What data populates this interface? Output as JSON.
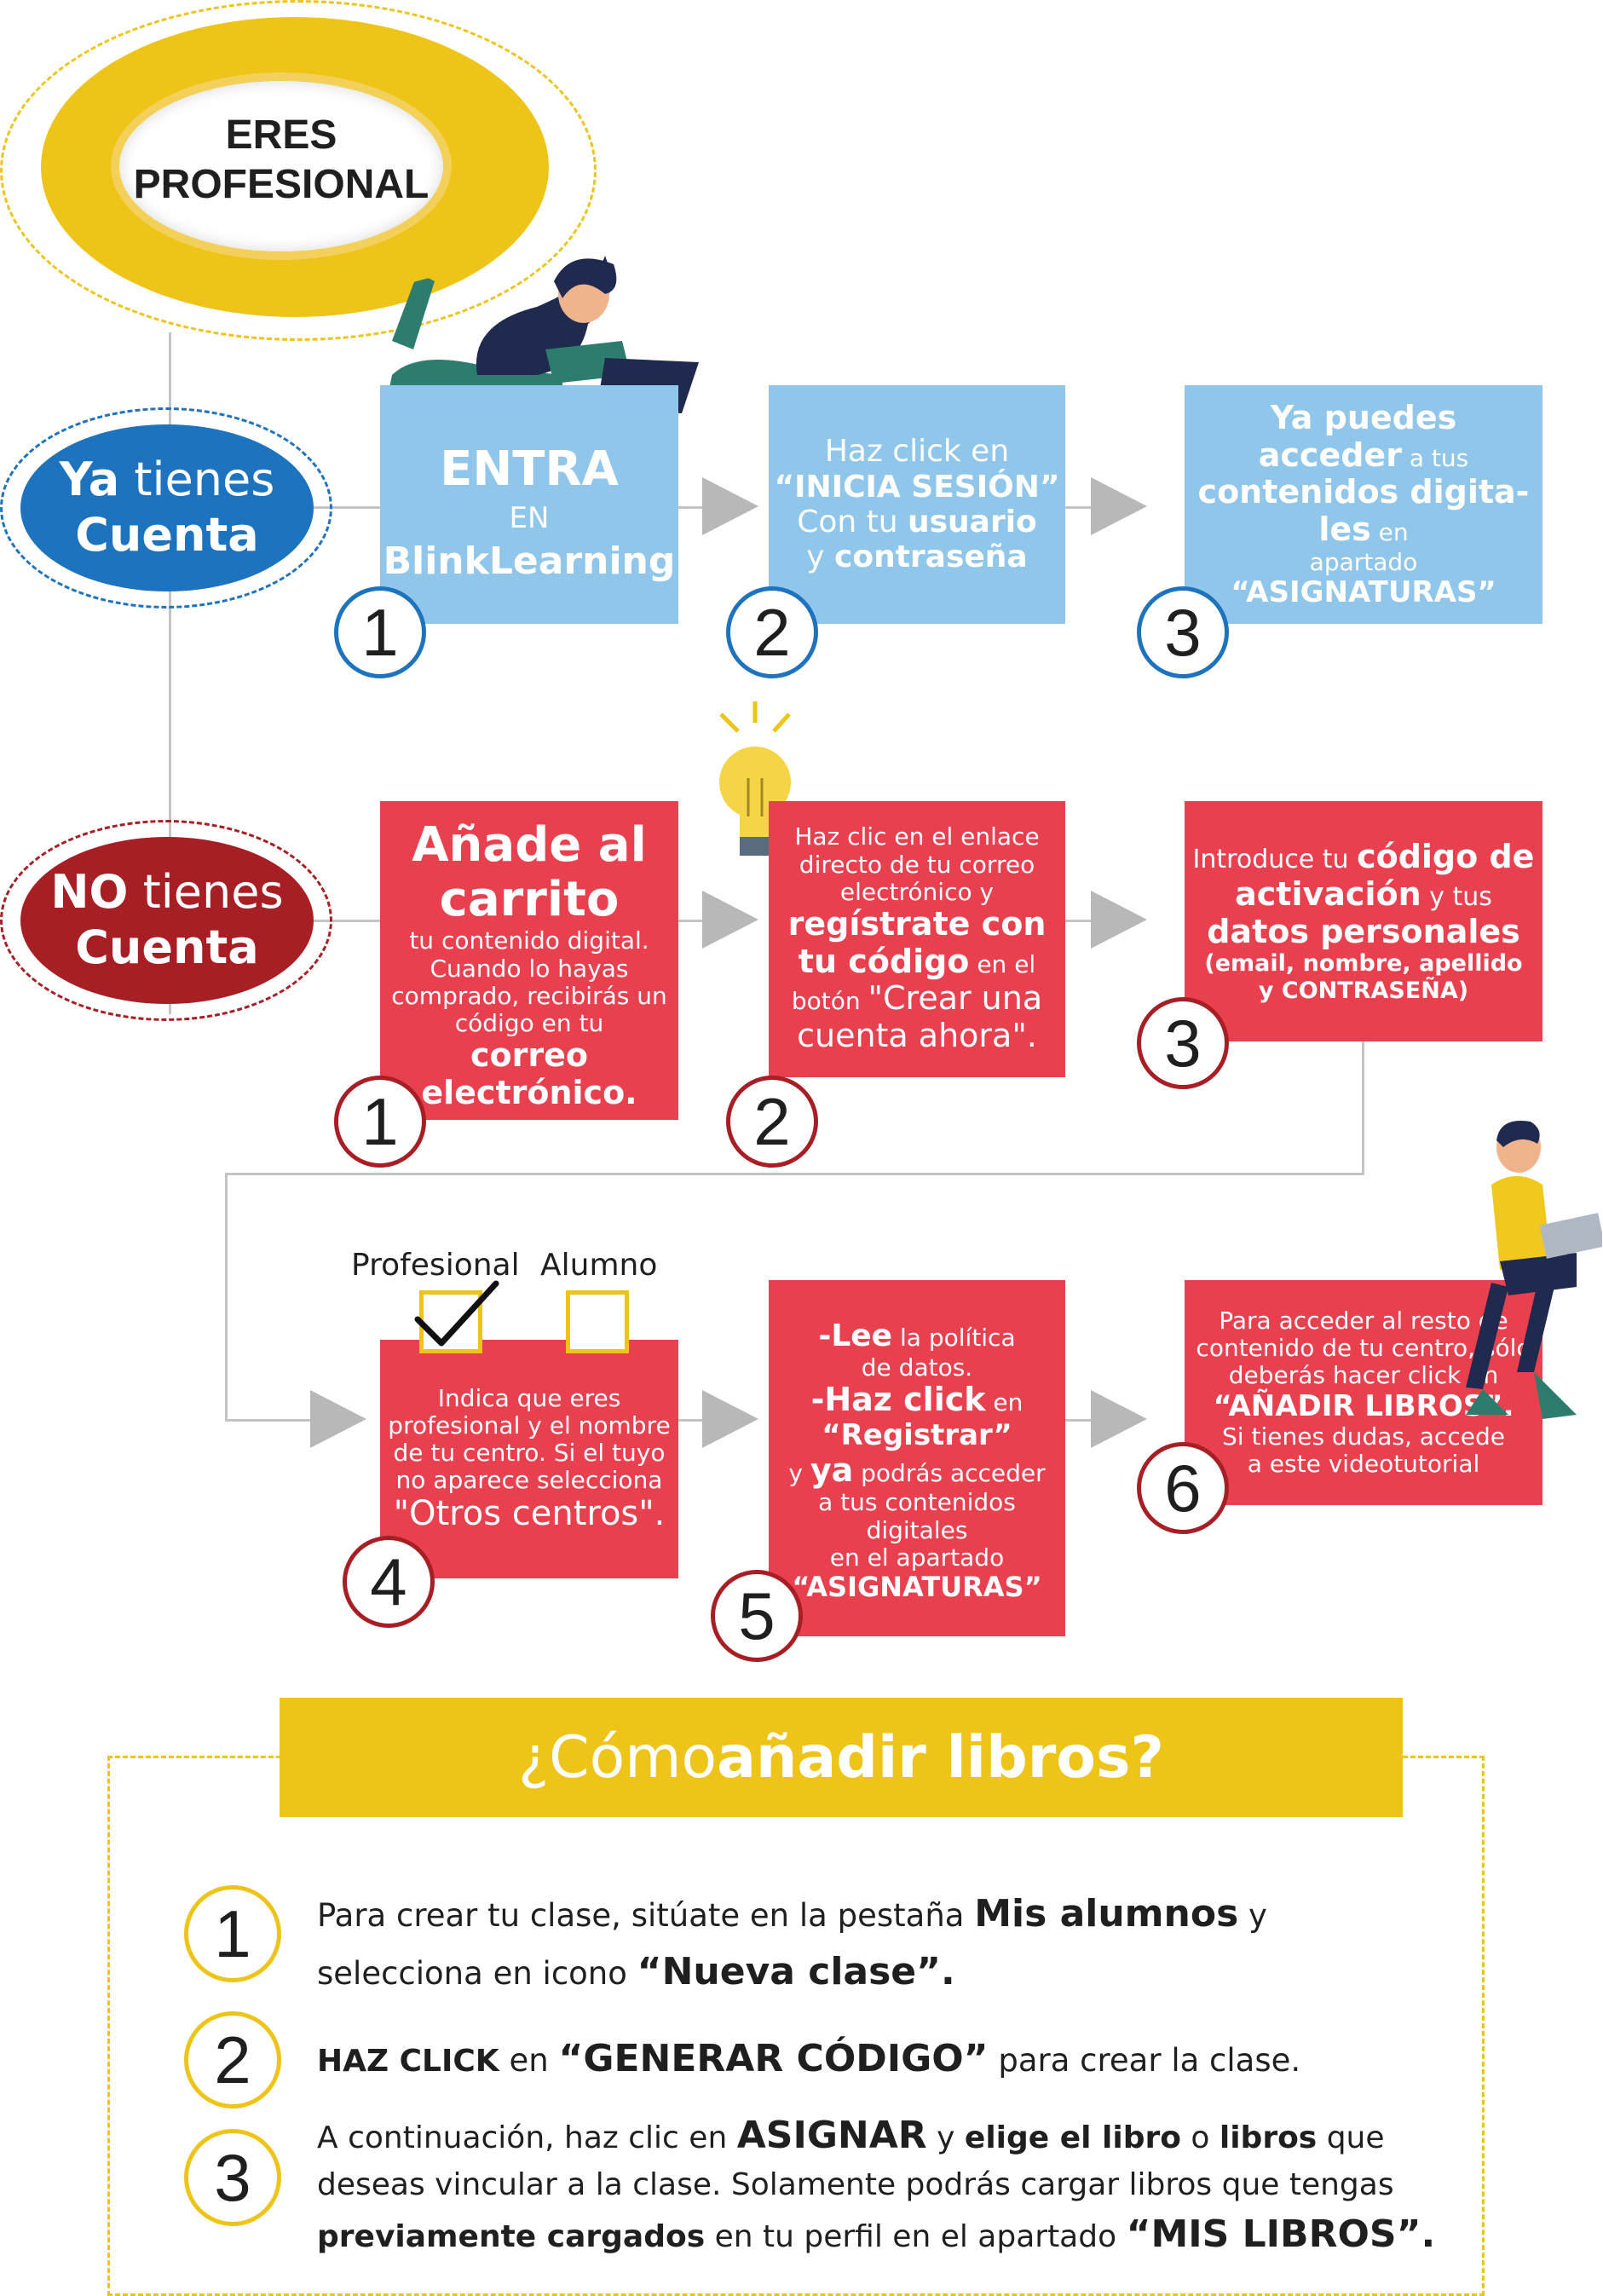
{
  "header": {
    "badge_line1": "ERES",
    "badge_line2": "PROFESIONAL"
  },
  "branch_yes": {
    "bold": "Ya",
    "rest": " tienes",
    "line2": "Cuenta"
  },
  "branch_no": {
    "bold": "NO",
    "rest": " tienes",
    "line2": "Cuenta"
  },
  "yes_steps": {
    "s1": {
      "l1": "ENTRA",
      "l2": "EN",
      "l3": "BlinkLearning",
      "num": "1"
    },
    "s2": {
      "l1": "Haz click en",
      "l2": "“INICIA SESIÓN”",
      "l3a": "Con tu ",
      "l3b": "usuario",
      "l4a": "y ",
      "l4b": "contraseña",
      "num": "2"
    },
    "s3": {
      "l1": "Ya puedes",
      "l2a": "acceder",
      "l2b": " a tus",
      "l3": "contenidos digita-",
      "l4a": "les",
      "l4b": " en",
      "l5": "apartado",
      "l6": "“ASIGNATURAS”",
      "num": "3"
    }
  },
  "no_steps": {
    "s1": {
      "l1": "Añade al",
      "l2": "carrito",
      "l3": "tu contenido digital.",
      "l4": "Cuando lo hayas",
      "l5": "comprado, recibirás un",
      "l6": "código en tu",
      "l7": "correo",
      "l8": "electrónico.",
      "num": "1"
    },
    "s2": {
      "l1": "Haz clic en el enlace",
      "l2": "directo de tu correo",
      "l3": "electrónico y",
      "l4": "regístrate con",
      "l5a": "tu código",
      "l5b": " en el",
      "l6a": "botón ",
      "l6b": "\"Crear una",
      "l7": "cuenta ahora\".",
      "num": "2"
    },
    "s3": {
      "l1a": "Introduce tu ",
      "l1b": "código de",
      "l2a": "activación",
      "l2b": " y tus",
      "l3": "datos personales",
      "l4": "(email, nombre, apellido",
      "l5": "y CONTRASEÑA)",
      "num": "3"
    },
    "s4": {
      "opt1": "Profesional",
      "opt2": "Alumno",
      "l1": "Indica que eres",
      "l2": "profesional y el nombre",
      "l3": "de tu centro. Si el tuyo",
      "l4": "no aparece selecciona",
      "l5": "\"Otros centros\".",
      "num": "4"
    },
    "s5": {
      "l1a": "-Lee",
      "l1b": " la política",
      "l2": "de datos.",
      "l3a": "-Haz click",
      "l3b": " en",
      "l4": "“Registrar”",
      "l5a": "y ",
      "l5b": "ya",
      "l5c": " podrás acceder",
      "l6": "a tus contenidos",
      "l7": "digitales",
      "l8": "en el apartado",
      "l9": "“ASIGNATURAS”",
      "num": "5"
    },
    "s6": {
      "l1": "Para acceder al resto de",
      "l2": "contenido de tu centro, sólo",
      "l3": "deberás hacer click en",
      "l4": "“AÑADIR LIBROS”.",
      "l5": "Si tienes dudas, accede",
      "l6": "a este videotutorial",
      "num": "6"
    }
  },
  "howto": {
    "title_a": "¿Cómo ",
    "title_b": "añadir libros?",
    "steps": [
      {
        "num": "1",
        "a": "Para crear tu clase, sitúate en la pestaña ",
        "b": "Mis alumnos",
        "c": " y",
        "d": "selecciona en icono ",
        "e": "“Nueva clase”."
      },
      {
        "num": "2",
        "a": "HAZ CLICK",
        "b": " en ",
        "c": "“GENERAR CÓDIGO”",
        "d": " para crear la clase."
      },
      {
        "num": "3",
        "a": "A continuación, haz clic en ",
        "b": "ASIGNAR",
        "c": " y ",
        "d": "elige el libro",
        "e": " o ",
        "f": "libros",
        "g": " que",
        "h": "deseas vincular a la clase. Solamente podrás cargar libros que tengas",
        "i": "previamente cargados",
        "j": " en tu perfil en el apartado ",
        "k": "“MIS LIBROS”."
      }
    ]
  },
  "colors": {
    "blue": "#8fc6ea",
    "red": "#e8404f",
    "yellow": "#eec419",
    "dark_blue": "#1e73be",
    "dark_red": "#a81e25"
  }
}
